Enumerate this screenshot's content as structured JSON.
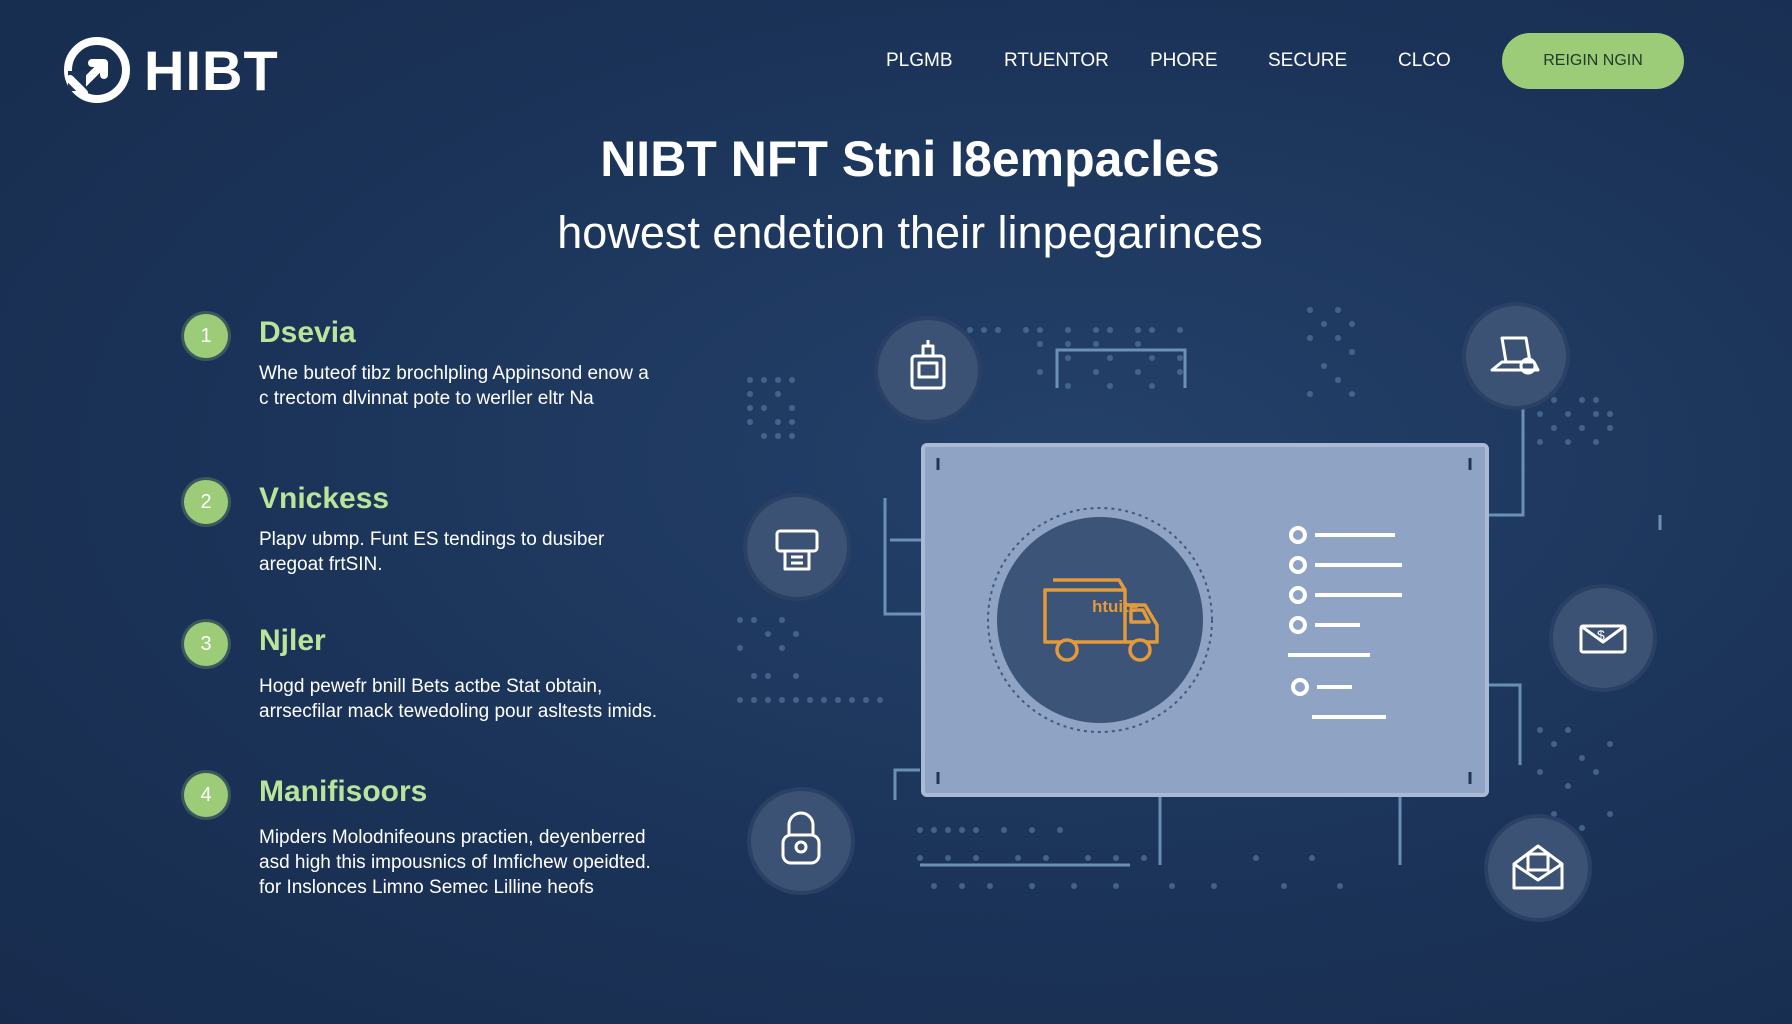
{
  "brand": {
    "name": "HIBT",
    "logo_icon": "hibt-logo-icon",
    "accent": "#9ccc78",
    "background": "#1b3358"
  },
  "nav": {
    "items": [
      {
        "label": "PLGMB"
      },
      {
        "label": "RTUENTOR"
      },
      {
        "label": "PHORE"
      },
      {
        "label": "SECURE"
      },
      {
        "label": "CLCO"
      }
    ],
    "cta_label": "REIGIN NGIN"
  },
  "hero": {
    "title": "NIBT NFT Stni I8empacles",
    "subtitle": "howest endetion their linpegarinces"
  },
  "features": [
    {
      "number": "1",
      "title": "Dsevia",
      "description": "Whe buteof tibz brochlpling Appinsond enow a c trectom dlvinnat pote to werller eltr Na"
    },
    {
      "number": "2",
      "title": "Vnickess",
      "description": "Plapv ubmp. Funt ES tendings to dusiber aregoat frtSIN."
    },
    {
      "number": "3",
      "title": "Njler",
      "description": "Hogd pewefr bnill Bets actbe Stat obtain, arrsecfilar mack tewedoling pour asltests imids."
    },
    {
      "number": "4",
      "title": "Manifisoors",
      "description": "Mipders Molodnifeouns practien, deyenberred asd high this impousnics of Imfichew opeidted. for Inslonces Limno Semec Lilline heofs"
    }
  ],
  "illustration": {
    "center_label": "htuite",
    "center_icon": "delivery-truck-icon",
    "satellite_icons": [
      "ledger-device-icon",
      "laptop-card-icon",
      "receipt-scan-icon",
      "money-envelope-icon",
      "padlock-icon",
      "mail-envelope-icon"
    ]
  }
}
